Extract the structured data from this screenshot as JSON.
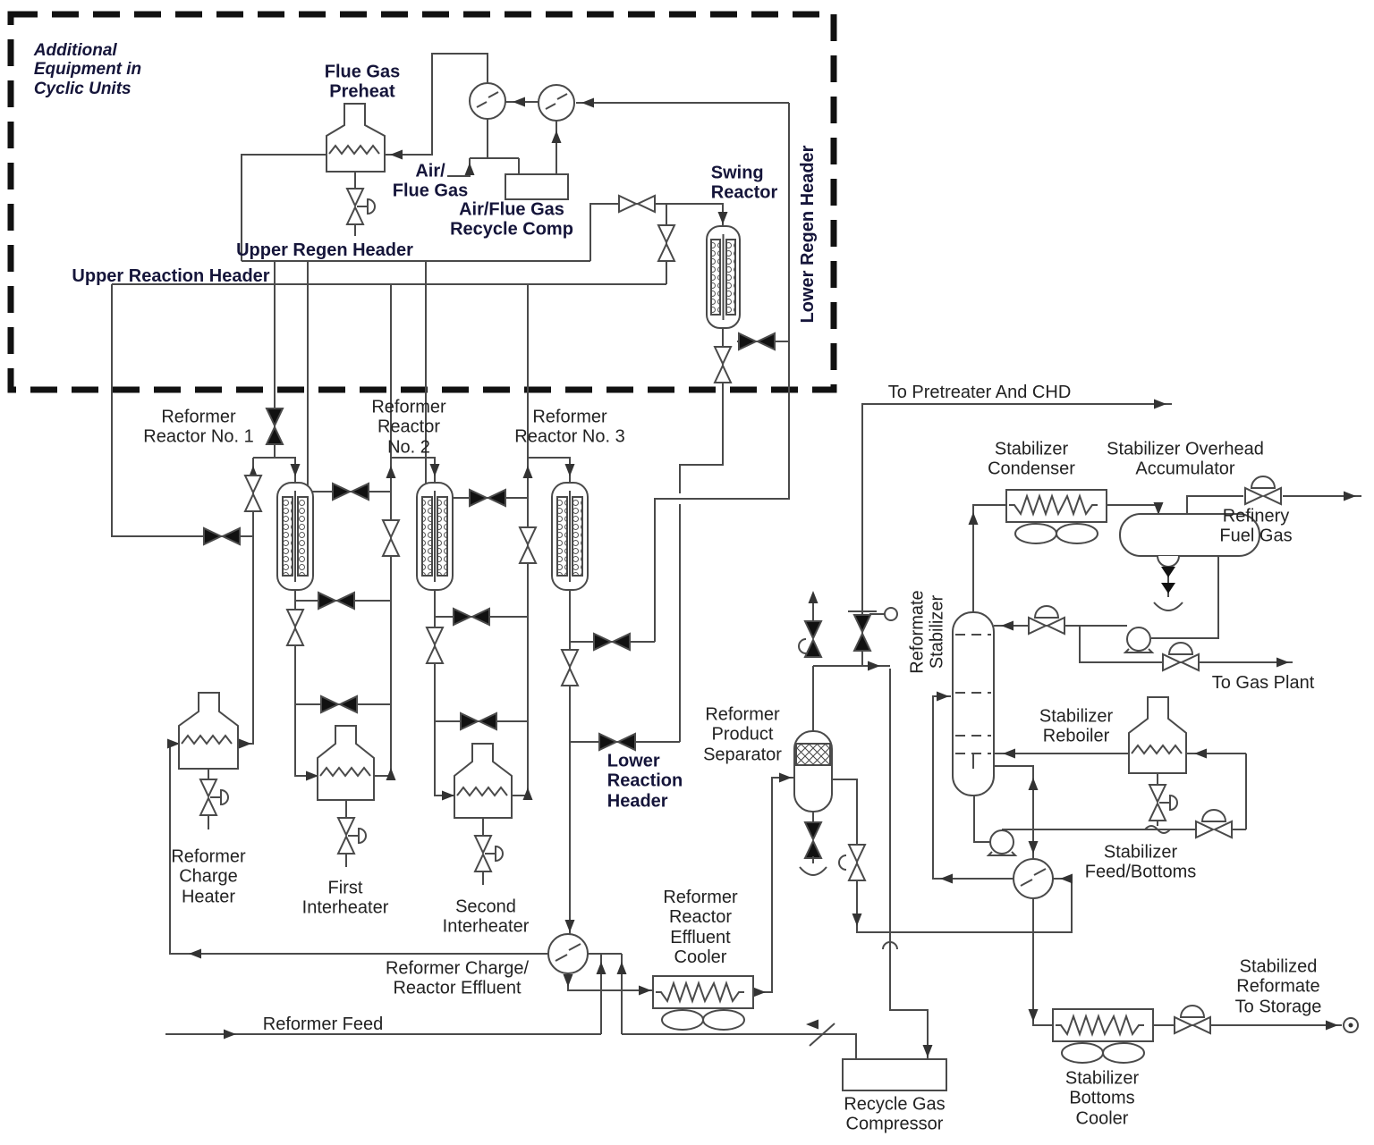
{
  "diagram_type": "process-flow-diagram",
  "colors": {
    "line": "#4a4a4a",
    "label_text": "#222222",
    "header_text": "#15153a",
    "background": "#ffffff"
  },
  "labels": {
    "additional_equipment": "Additional\nEquipment in\nCyclic Units",
    "flue_gas_preheat": "Flue Gas\nPreheat",
    "air_flue_gas": "Air/\nFlue Gas",
    "recycle_comp": "Air/Flue Gas\nRecycle Comp",
    "swing_reactor": "Swing\nReactor",
    "upper_regen_header": "Upper Regen Header",
    "upper_reaction_header": "Upper Reaction Header",
    "lower_regen_header": "Lower Regen Header",
    "reformer_reactor_1": "Reformer\nReactor No. 1",
    "reformer_reactor_2": "Reformer\nReactor\nNo. 2",
    "reformer_reactor_3": "Reformer\nReactor No. 3",
    "reformer_charge_heater": "Reformer\nCharge\nHeater",
    "first_interheater": "First\nInterheater",
    "second_interheater": "Second\nInterheater",
    "lower_reaction_header": "Lower\nReaction\nHeader",
    "reformer_charge_reactor_effluent": "Reformer Charge/\nReactor Effluent",
    "reformer_feed": "Reformer Feed",
    "reformer_product_separator": "Reformer\nProduct\nSeparator",
    "reformer_reactor_effluent_cooler": "Reformer\nReactor\nEffluent\nCooler",
    "recycle_gas_compressor": "Recycle Gas\nCompressor",
    "to_pretreater": "To Pretreater And CHD",
    "reformate_stabilizer": "Reformate\nStabilizer",
    "stabilizer_condenser": "Stabilizer\nCondenser",
    "stabilizer_overhead_accumulator": "Stabilizer Overhead\nAccumulator",
    "refinery_fuel_gas": "Refinery\nFuel Gas",
    "to_gas_plant": "To Gas Plant",
    "stabilizer_reboiler": "Stabilizer\nReboiler",
    "stabilizer_feed_bottoms": "Stabilizer\nFeed/Bottoms",
    "stabilized_reformate_to_storage": "Stabilized\nReformate\nTo Storage",
    "stabilizer_bottoms_cooler": "Stabilizer\nBottoms\nCooler"
  }
}
